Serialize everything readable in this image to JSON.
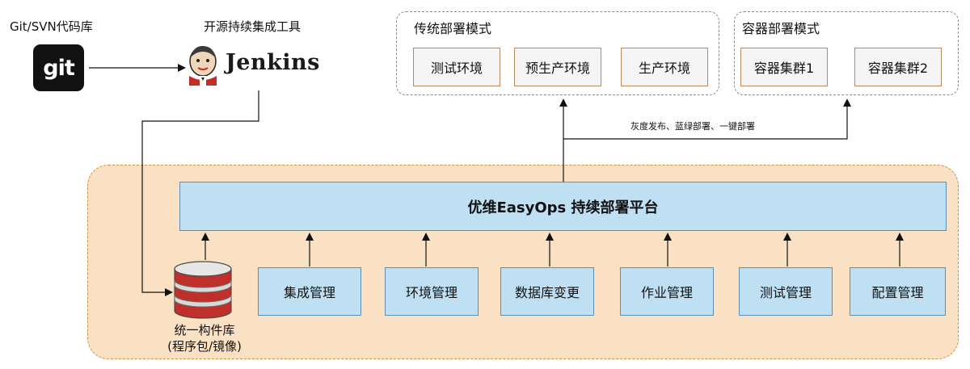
{
  "source": {
    "caption": "Git/SVN代码库",
    "logo_text": "git"
  },
  "ci": {
    "caption": "开源持续集成工具",
    "name": "Jenkins"
  },
  "traditional": {
    "title": "传统部署模式",
    "envs": [
      "测试环境",
      "预生产环境",
      "生产环境"
    ]
  },
  "container": {
    "title": "容器部署模式",
    "clusters": [
      "容器集群1",
      "容器集群2"
    ]
  },
  "deploy_strategies": "灰度发布、蓝绿部署、一键部署",
  "platform": {
    "title": "优维EasyOps 持续部署平台"
  },
  "modules": [
    "集成管理",
    "环境管理",
    "数据库变更",
    "作业管理",
    "测试管理",
    "配置管理"
  ],
  "repository": {
    "line1": "统一构件库",
    "line2": "(程序包/镜像)"
  },
  "colors": {
    "platform_fill": "#bfe0f2",
    "platform_border": "#5d8fb3",
    "area_fill": "#fbe1c4",
    "area_border": "#c8924a",
    "env_border": "#b9895c",
    "db_red": "#c0302a"
  }
}
